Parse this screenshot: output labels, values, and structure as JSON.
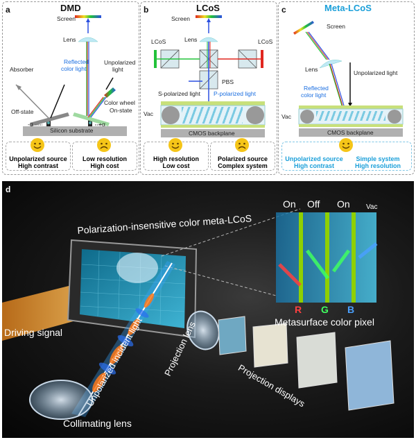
{
  "panels": {
    "a": {
      "letter": "a",
      "title": "DMD",
      "labels": {
        "screen": "Screen",
        "lens": "Lens",
        "absorber": "Absorber",
        "reflected": "Reflected",
        "color_light": "color light",
        "unpolarized": "Unpolarized",
        "light": "light",
        "color_wheel": "Color wheel",
        "off_state": "Off-state",
        "on_state": "On-state",
        "neg_alpha": "-α",
        "pos_alpha": "+α",
        "substrate": "Silicon substrate"
      },
      "cards": [
        {
          "line1": "Unpolarized source",
          "line2": "High contrast",
          "mood": "happy"
        },
        {
          "line1": "Low resolution",
          "line2": "High cost",
          "mood": "sad"
        }
      ]
    },
    "b": {
      "letter": "b",
      "title": "LCoS",
      "labels": {
        "screen": "Screen",
        "lens": "Lens",
        "lcos_left": "LCoS",
        "lcos_right": "LCoS",
        "pbs": "PBS",
        "s_pol": "S-polarized light",
        "p_pol": "P-polarized light",
        "vac": "Vac",
        "backplane": "CMOS backplane"
      },
      "cards": [
        {
          "line1": "High resolution",
          "line2": "Low cost",
          "mood": "happy"
        },
        {
          "line1": "Polarized source",
          "line2": "Complex system",
          "mood": "sad"
        }
      ]
    },
    "c": {
      "letter": "c",
      "title": "Meta-LCoS",
      "labels": {
        "screen": "Screen",
        "lens": "Lens",
        "unpolarized": "Unpolarized light",
        "reflected": "Reflected",
        "color_light": "color light",
        "vac": "Vac",
        "backplane": "CMOS backplane"
      },
      "cards": [
        {
          "line1": "Unpolarized source",
          "line2": "High contrast",
          "line3": "Simple system",
          "line4": "High resolution",
          "mood": "happy"
        }
      ]
    },
    "d": {
      "letter": "d",
      "labels": {
        "device": "Polarization-insensitive color meta-LCoS",
        "driving": "Driving signal",
        "incident": "Unpolarized incident light",
        "proj_lens": "Projection lens",
        "proj_displays": "Projection displays",
        "collimating": "Collimating lens",
        "pixel": "Metasurface color pixel",
        "on1": "On",
        "off": "Off",
        "on2": "On",
        "vac": "Vac",
        "r": "R",
        "g": "G",
        "b": "B"
      }
    }
  },
  "colors": {
    "accent": "#1a9fd9",
    "blue_text": "#1a6ee0",
    "smiley": "#f5c518"
  }
}
